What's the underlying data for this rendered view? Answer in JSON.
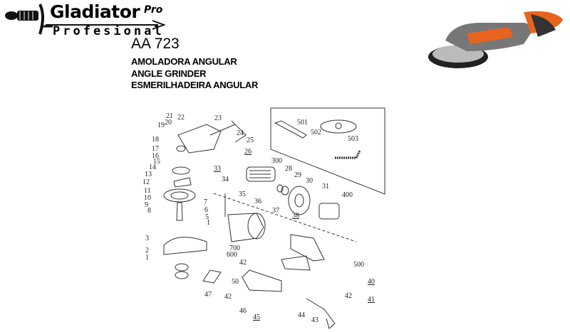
{
  "logo": {
    "brand": "Gladiator",
    "pro": "Pro",
    "sub": "Profesional"
  },
  "header": {
    "model": "AA 723",
    "title_es": "AMOLADORA ANGULAR",
    "title_en": "ANGLE GRINDER",
    "title_pt": "ESMERILHADEIRA ANGULAR"
  },
  "parts": [
    "21",
    "22",
    "23",
    "19",
    "20",
    "24",
    "25",
    "26",
    "18",
    "17",
    "16",
    "15",
    "14",
    "33",
    "13",
    "34",
    "300",
    "28",
    "29",
    "30",
    "31",
    "400",
    "12",
    "11",
    "10",
    "9",
    "8",
    "7",
    "6",
    "5",
    "1",
    "35",
    "36",
    "37",
    "38",
    "501",
    "502",
    "503",
    "3",
    "2",
    "1",
    "700",
    "600",
    "42",
    "50",
    "47",
    "42",
    "500",
    "40",
    "41",
    "42",
    "46",
    "45",
    "44",
    "43"
  ],
  "colors": {
    "accent": "#e8641e",
    "body": "#555555"
  }
}
